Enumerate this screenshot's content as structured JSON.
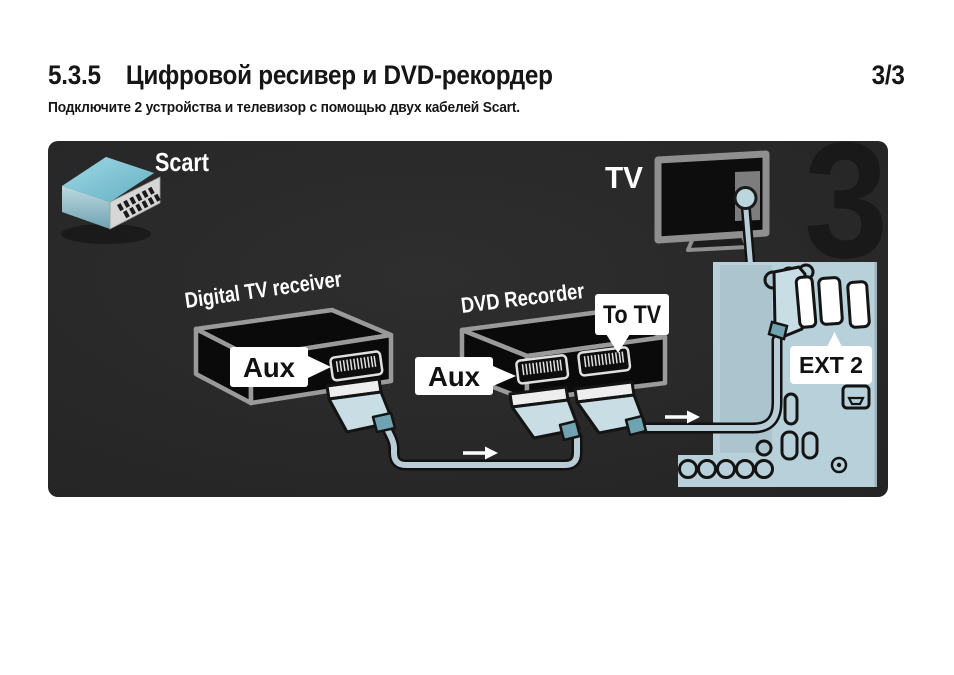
{
  "page": {
    "section_number": "5.3.5",
    "title": "Цифровой ресивер и DVD-рекордер",
    "page_indicator": "3/3",
    "subtitle": "Подключите 2 устройства и телевизор с помощью двух кабелей Scart."
  },
  "diagram": {
    "scart_icon_label": "Scart",
    "tv_label": "TV",
    "step_number": "3",
    "receiver": {
      "label": "Digital TV receiver",
      "port_label": "Aux"
    },
    "recorder": {
      "label": "DVD Recorder",
      "port_label": "Aux",
      "output_label": "To TV"
    },
    "tv_panel": {
      "connector_label": "EXT 2"
    },
    "colors": {
      "diagram_background": "#292929",
      "panel_blue": "#b7d0d9",
      "panel_inner_blue": "#abc4ce",
      "cable_blue": "#b9cdd6",
      "plug_blue": "#c9dde4",
      "plug_tip_teal": "#6fa3b2",
      "scart_teal": "#7cc0d2",
      "outline_dark": "#141414",
      "device_outline_gray": "#9a9a9a"
    }
  }
}
